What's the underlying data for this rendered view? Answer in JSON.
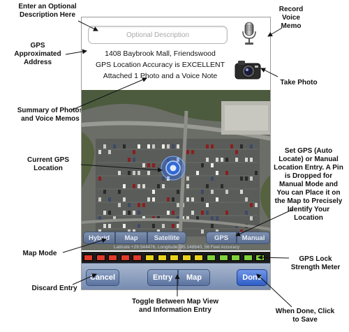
{
  "screen": {
    "description_placeholder": "Optional Description",
    "address": "1408 Baybrook Mall, Friendswood",
    "accuracy": "GPS Location Accuracy is EXCELLENT",
    "attachments": "Attached 1 Photo and a Voice Note",
    "icons": {
      "voice_memo": "microphone-icon",
      "photo": "camera-icon",
      "location": "gps-location-marker"
    }
  },
  "map_modes": [
    {
      "label": "Hybrid",
      "active": false
    },
    {
      "label": "Map",
      "active": false
    },
    {
      "label": "Satellite",
      "active": false
    }
  ],
  "locate_modes": [
    {
      "label": "GPS",
      "active": false
    },
    {
      "label": "Manual",
      "active": false
    }
  ],
  "coordinates": "Latitude +29.544476, Longitude -95.148640, 56 Feet Accuracy",
  "signal_meter": {
    "label": "GPS Lock Strength Meter",
    "colors": [
      "#e23a2a",
      "#e23a2a",
      "#e23a2a",
      "#e23a2a",
      "#e23a2a",
      "#e8d21f",
      "#e8d21f",
      "#e8d21f",
      "#e8d21f",
      "#e8d21f",
      "#7fd23a",
      "#7fd23a",
      "#7fd23a",
      "#7fd23a",
      "#7fd23a"
    ]
  },
  "toolbar": {
    "cancel": "Cancel",
    "entry": "Entry",
    "map": "Map",
    "done": "Done"
  },
  "annotations": {
    "description": "Enter an Optional Description Here",
    "voice": "Record Voice Memo",
    "address": "GPS Approximated Address",
    "photo": "Take Photo",
    "summary": "Summary of Photos and Voice Memos",
    "current": "Current GPS Location",
    "gps_mode": "Set GPS (Auto Locate) or Manual Location Entry.  A Pin is Dropped for Manual Mode and You can Place it on the Map to Precisely Identify Your Location",
    "map_mode": "Map Mode",
    "meter": "GPS Lock Strength Meter",
    "discard": "Discard Entry",
    "toggle": "Toggle Between Map View and Information Entry",
    "done": "When Done, Click to Save"
  },
  "colors": {
    "toolbar": "#7389ae",
    "active_button": "#2f5ec8",
    "marker": "#2f78ff"
  }
}
